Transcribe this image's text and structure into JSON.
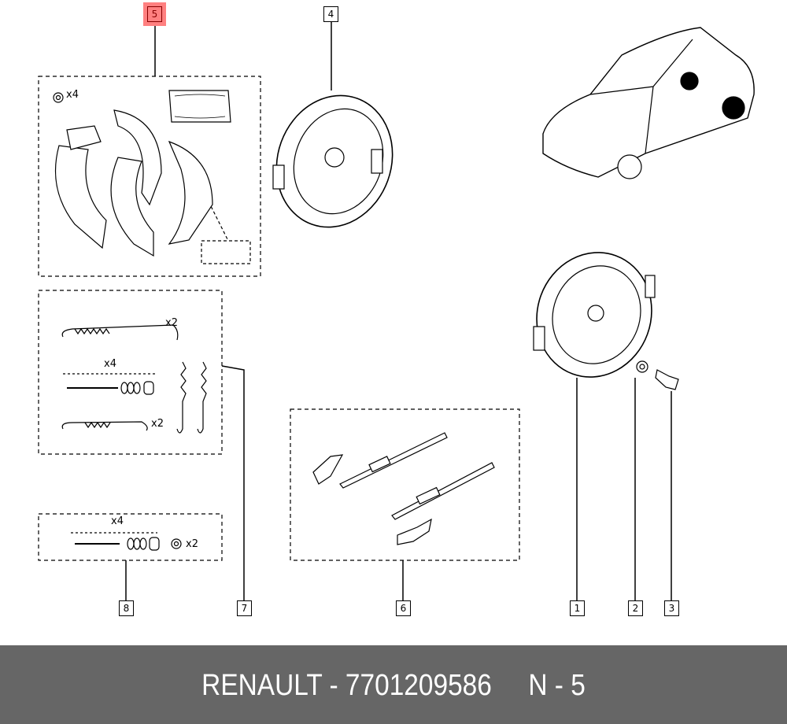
{
  "callouts": {
    "c1": "1",
    "c2": "2",
    "c3": "3",
    "c4": "4",
    "c5": "5",
    "c6": "6",
    "c7": "7",
    "c8": "8"
  },
  "highlighted_callout": "5",
  "highlight_color": "#ff8080",
  "quantities": {
    "shoe_nuts": "x4",
    "long_spring": "x2",
    "pins_set_7": "x4",
    "short_spring": "x2",
    "pins_set_8": "x4",
    "nuts_8": "x2"
  },
  "footer": {
    "brand": "RENAULT",
    "separator": " - ",
    "part_number": "7701209586",
    "position": "N - 5"
  }
}
